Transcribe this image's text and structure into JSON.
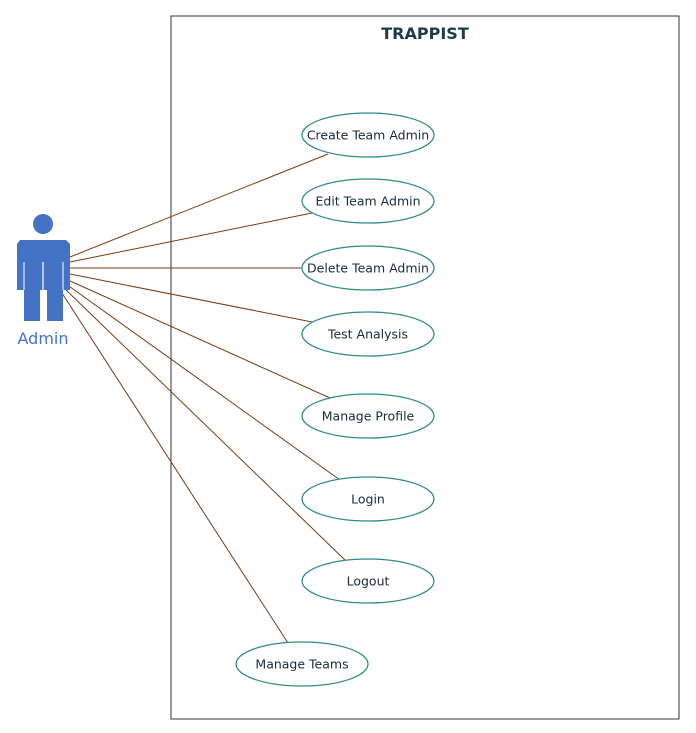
{
  "system": {
    "title": "TRAPPIST"
  },
  "actor": {
    "label": "Admin",
    "color": "#4472c4"
  },
  "colors": {
    "association": "#7a3b10",
    "usecase_border": "#2e8b8b",
    "boundary": "#333333"
  },
  "use_cases": [
    {
      "id": "create-team-admin",
      "label": "Create Team Admin"
    },
    {
      "id": "edit-team-admin",
      "label": "Edit Team Admin"
    },
    {
      "id": "delete-team-admin",
      "label": "Delete Team Admin"
    },
    {
      "id": "test-analysis",
      "label": "Test Analysis"
    },
    {
      "id": "manage-profile",
      "label": "Manage Profile"
    },
    {
      "id": "login",
      "label": "Login"
    },
    {
      "id": "logout",
      "label": "Logout"
    },
    {
      "id": "manage-teams",
      "label": "Manage Teams"
    }
  ]
}
